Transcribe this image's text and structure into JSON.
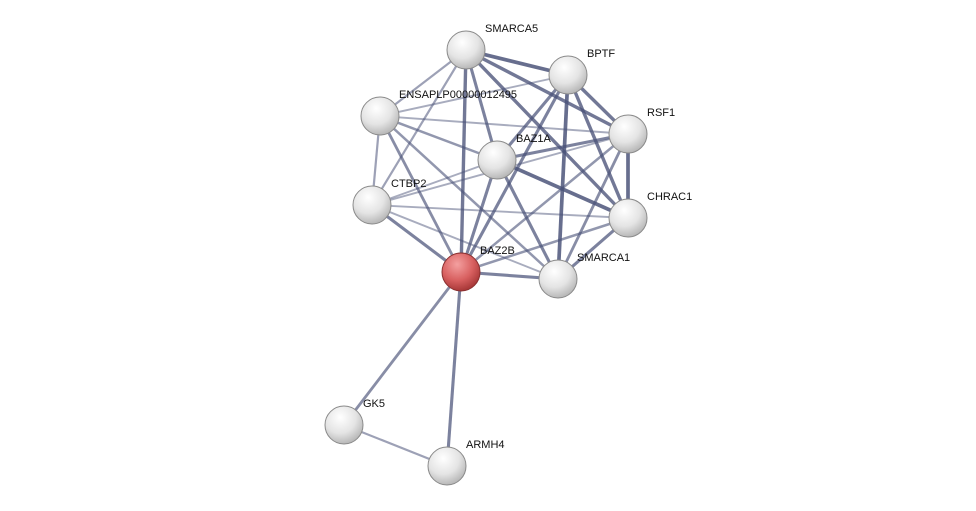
{
  "network": {
    "query_node": "BAZ2B",
    "colors": {
      "query": "#e06c6c",
      "node": "#e8e8e8",
      "edge": "#4a5278"
    },
    "nodes": [
      {
        "id": "SMARCA5",
        "label": "SMARCA5"
      },
      {
        "id": "BPTF",
        "label": "BPTF"
      },
      {
        "id": "ENSAPLP00000012495",
        "label": "ENSAPLP00000012495"
      },
      {
        "id": "RSF1",
        "label": "RSF1"
      },
      {
        "id": "BAZ1A",
        "label": "BAZ1A"
      },
      {
        "id": "CTBP2",
        "label": "CTBP2"
      },
      {
        "id": "CHRAC1",
        "label": "CHRAC1"
      },
      {
        "id": "BAZ2B",
        "label": "BAZ2B"
      },
      {
        "id": "SMARCA1",
        "label": "SMARCA1"
      },
      {
        "id": "GK5",
        "label": "GK5"
      },
      {
        "id": "ARMH4",
        "label": "ARMH4"
      }
    ],
    "edges": [
      [
        "SMARCA5",
        "BPTF",
        0.9
      ],
      [
        "SMARCA5",
        "ENSAPLP00000012495",
        0.4
      ],
      [
        "SMARCA5",
        "CTBP2",
        0.4
      ],
      [
        "SMARCA5",
        "BAZ2B",
        0.8
      ],
      [
        "SMARCA5",
        "BAZ1A",
        0.7
      ],
      [
        "SMARCA5",
        "RSF1",
        0.8
      ],
      [
        "SMARCA5",
        "CHRAC1",
        0.8
      ],
      [
        "BPTF",
        "ENSAPLP00000012495",
        0.3
      ],
      [
        "BPTF",
        "BAZ1A",
        0.7
      ],
      [
        "BPTF",
        "BAZ2B",
        0.7
      ],
      [
        "BPTF",
        "RSF1",
        0.8
      ],
      [
        "BPTF",
        "CHRAC1",
        0.8
      ],
      [
        "BPTF",
        "SMARCA1",
        0.9
      ],
      [
        "ENSAPLP00000012495",
        "RSF1",
        0.3
      ],
      [
        "ENSAPLP00000012495",
        "BAZ1A",
        0.5
      ],
      [
        "ENSAPLP00000012495",
        "CTBP2",
        0.4
      ],
      [
        "ENSAPLP00000012495",
        "BAZ2B",
        0.6
      ],
      [
        "ENSAPLP00000012495",
        "SMARCA1",
        0.5
      ],
      [
        "RSF1",
        "BAZ1A",
        0.7
      ],
      [
        "RSF1",
        "CHRAC1",
        0.9
      ],
      [
        "RSF1",
        "SMARCA1",
        0.6
      ],
      [
        "RSF1",
        "BAZ2B",
        0.5
      ],
      [
        "RSF1",
        "CTBP2",
        0.3
      ],
      [
        "BAZ1A",
        "CHRAC1",
        0.9
      ],
      [
        "BAZ1A",
        "SMARCA1",
        0.7
      ],
      [
        "BAZ1A",
        "BAZ2B",
        0.7
      ],
      [
        "BAZ1A",
        "CTBP2",
        0.3
      ],
      [
        "CTBP2",
        "CHRAC1",
        0.3
      ],
      [
        "CTBP2",
        "BAZ2B",
        0.7
      ],
      [
        "CTBP2",
        "SMARCA1",
        0.3
      ],
      [
        "CHRAC1",
        "SMARCA1",
        0.7
      ],
      [
        "CHRAC1",
        "BAZ2B",
        0.5
      ],
      [
        "BAZ2B",
        "SMARCA1",
        0.7
      ],
      [
        "BAZ2B",
        "GK5",
        0.6
      ],
      [
        "BAZ2B",
        "ARMH4",
        0.7
      ],
      [
        "GK5",
        "ARMH4",
        0.4
      ]
    ]
  }
}
